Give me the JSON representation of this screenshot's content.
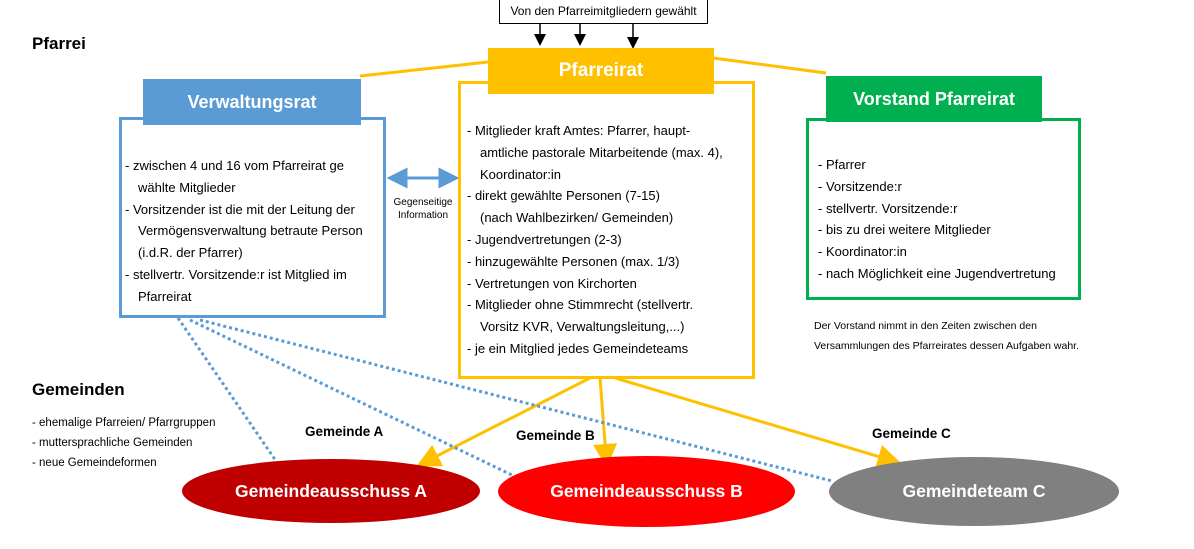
{
  "top_note": "Von den Pfarreimitgliedern gewählt",
  "section_pfarrei": "Pfarrei",
  "section_gemeinden": "Gemeinden",
  "verwaltungsrat": {
    "title": "Verwaltungsrat",
    "items": [
      "- zwischen 4 und 16 vom Pfarreirat ge",
      "wählte Mitglieder",
      "- Vorsitzender ist die mit der Leitung der",
      "Vermögensverwaltung betraute Person",
      "(i.d.R. der Pfarrer)",
      "- stellvertr. Vorsitzende:r ist Mitglied im",
      "Pfarreirat"
    ]
  },
  "information_label": [
    "Gegenseitige",
    "Information"
  ],
  "pfarreirat": {
    "title": "Pfarreirat",
    "items": [
      "- Mitglieder kraft Amtes: Pfarrer, haupt-",
      "amtliche pastorale Mitarbeitende (max. 4),",
      "Koordinator:in",
      "- direkt gewählte Personen (7-15)",
      "(nach Wahlbezirken/ Gemeinden)",
      "- Jugendvertretungen (2-3)",
      "- hinzugewählte Personen (max. 1/3)",
      "- Vertretungen von Kirchorten",
      "- Mitglieder ohne Stimmrecht (stellvertr.",
      "Vorsitz KVR, Verwaltungsleitung,...)",
      "- je ein Mitglied jedes Gemeindeteams"
    ]
  },
  "vorstand": {
    "title": "Vorstand Pfarreirat",
    "items": [
      "- Pfarrer",
      "- Vorsitzende:r",
      "- stellvertr. Vorsitzende:r",
      "- bis zu drei weitere Mitglieder",
      "- Koordinator:in",
      "- nach Möglichkeit eine Jugendvertretung"
    ],
    "note": [
      "Der Vorstand nimmt in den Zeiten zwischen den",
      "Versammlungen des Pfarreirates dessen Aufgaben wahr."
    ]
  },
  "gemeinden_list": [
    "- ehemalige Pfarreien/ Pfarrgruppen",
    "- muttersprachliche Gemeinden",
    "- neue Gemeindeformen"
  ],
  "communities": [
    {
      "label": "Gemeinde A",
      "name": "Gemeindeausschuss A",
      "color": "#c00000"
    },
    {
      "label": "Gemeinde B",
      "name": "Gemeindeausschuss B",
      "color": "#ff0000"
    },
    {
      "label": "Gemeinde C",
      "name": "Gemeindeteam C",
      "color": "#808080"
    }
  ],
  "colors": {
    "verwaltungsrat": "#5b9bd5",
    "pfarreirat": "#ffc000",
    "vorstand": "#00b050",
    "dotted": "#5b9bd5"
  }
}
